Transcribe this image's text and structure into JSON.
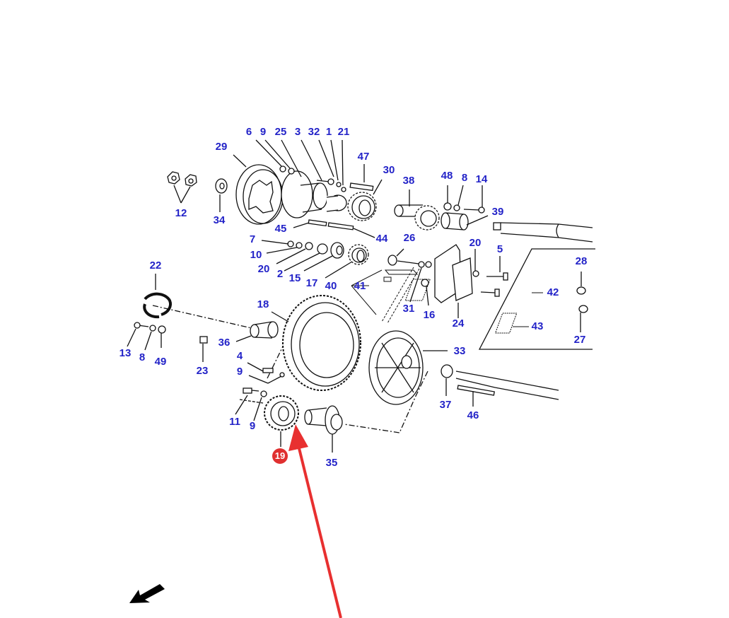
{
  "diagram": {
    "kind": "exploded parts view",
    "label_color": "#2323c8",
    "highlight_color": "#e03030",
    "highlighted_part": "19",
    "labels": {
      "p6": "6",
      "p9a": "9",
      "p25": "25",
      "p3": "3",
      "p32": "32",
      "p1": "1",
      "p21": "21",
      "p29": "29",
      "p47": "47",
      "p30": "30",
      "p12": "12",
      "p34": "34",
      "p38": "38",
      "p48": "48",
      "p8a": "8",
      "p14": "14",
      "p39": "39",
      "p45": "45",
      "p44": "44",
      "p26": "26",
      "p7": "7",
      "p10": "10",
      "p20a": "20",
      "p2": "2",
      "p15": "15",
      "p17": "17",
      "p40": "40",
      "p41": "41",
      "p20b": "20",
      "p5": "5",
      "p28": "28",
      "p22": "22",
      "p31": "31",
      "p16": "16",
      "p24": "24",
      "p42": "42",
      "p43": "43",
      "p27": "27",
      "p18": "18",
      "p13": "13",
      "p8b": "8",
      "p49": "49",
      "p36": "36",
      "p23": "23",
      "p4": "4",
      "p9b": "9",
      "p33": "33",
      "p11": "11",
      "p9c": "9",
      "p37": "37",
      "p46": "46",
      "p35": "35",
      "p19": "19"
    }
  }
}
